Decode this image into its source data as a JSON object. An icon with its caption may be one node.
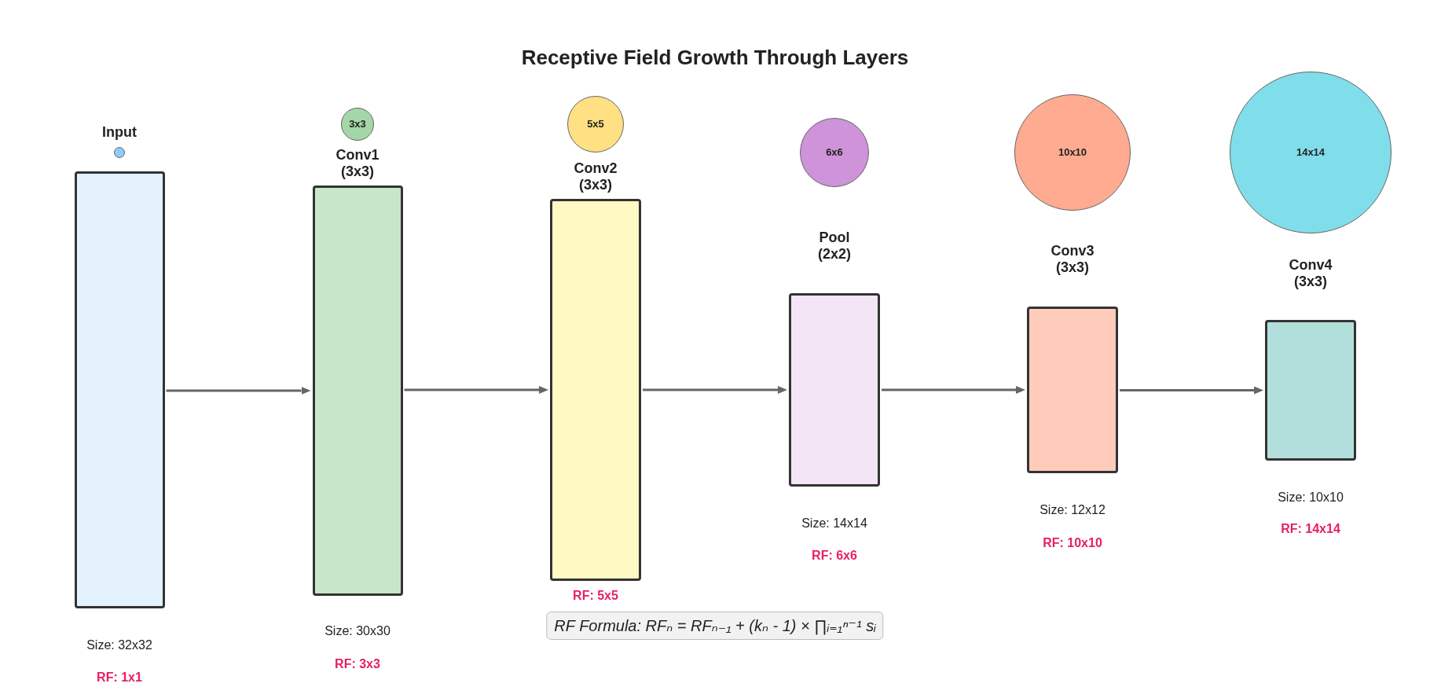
{
  "diagram": {
    "title": "Receptive Field Growth Through Layers",
    "nodes": [
      {
        "text": [
          "Input"
        ],
        "beside": [
          "Size: 32x32",
          "RF: 1x1"
        ]
      },
      {
        "text": [],
        "shape": "circle"
      },
      {
        "text": [
          "Conv1 (3x3)"
        ],
        "beside": [
          "Size: 30x30",
          "RF: 3x3"
        ]
      },
      {
        "text": [
          "3x3"
        ]
      },
      {
        "text": [
          "Conv2 (3x3)"
        ],
        "beside": [
          "RF: 5x5"
        ]
      },
      {
        "text": [
          "5x5"
        ]
      },
      {
        "text": [
          "Pool (2x2)"
        ],
        "beside": [
          "Size: 14x14",
          "RF: 6x6"
        ]
      },
      {
        "text": [
          "6x6"
        ]
      },
      {
        "text": [
          "Conv3 (3x3)"
        ],
        "beside": [
          "Size: 12x12",
          "RF: 10x10"
        ]
      },
      {
        "text": [
          "10x10"
        ]
      },
      {
        "text": [
          "Conv4 (3x3)"
        ],
        "beside": [
          "Size: 10x10",
          "RF: 14x14"
        ]
      },
      {
        "text": [
          "14x14"
        ]
      },
      {
        "text": [
          "RF Formula: RFₙ = RFₙ₋₁ + (kₙ - 1) × ∏ᵢ₌₁ⁿ⁻¹ sᵢ"
        ]
      }
    ],
    "edges": [
      {
        "from": 0,
        "to": 2,
        "arrow": "to"
      },
      {
        "from": 2,
        "to": 4,
        "arrow": "to"
      },
      {
        "from": 4,
        "to": 6,
        "arrow": "to"
      },
      {
        "from": 6,
        "to": 8,
        "arrow": "to"
      },
      {
        "from": 8,
        "to": 10,
        "arrow": "to"
      }
    ]
  }
}
